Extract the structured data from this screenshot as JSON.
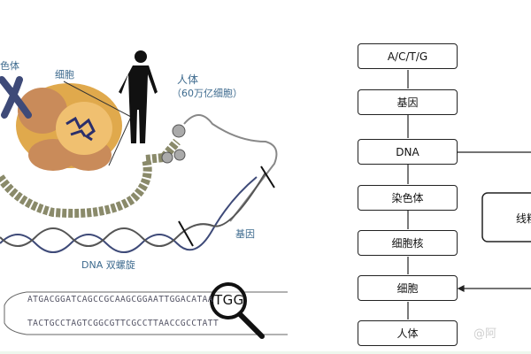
{
  "illustration": {
    "labels": {
      "chromosome": "色体",
      "cell": "细胞",
      "human": "人体",
      "human_note": "（60万亿细胞）",
      "gene": "基因",
      "dna_helix": "DNA 双螺旋"
    },
    "sequence": {
      "top_strand": "ATGACGGATCAGCCGCAAGCGGAATTGGACATAA",
      "bottom_strand": "TACTGCCTAGTCGGCGTTCGCCTTAACCGCCTATT",
      "magnified": "TGG"
    }
  },
  "flowchart": {
    "nodes": [
      "A/C/T/G",
      "基因",
      "DNA",
      "染色体",
      "细胞核",
      "细胞",
      "人体"
    ],
    "side_node": "线粒"
  },
  "watermark": "@阿"
}
